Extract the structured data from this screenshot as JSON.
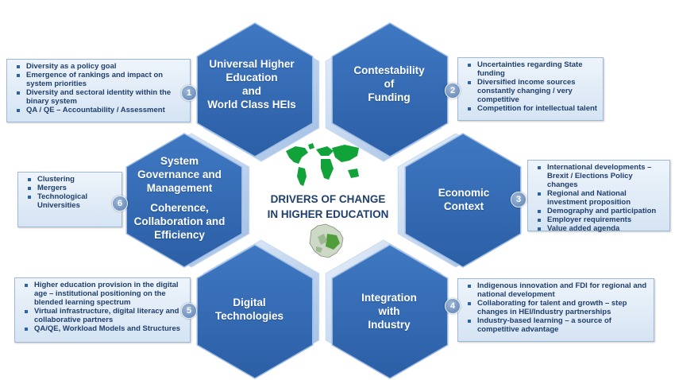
{
  "center_title": [
    "DRIVERS OF CHANGE",
    "IN HIGHER EDUCATION"
  ],
  "colors": {
    "hex_fill": "#2b5fa6",
    "hex_fill_light": "#3f78c2",
    "hex_border": "#9fbde4",
    "box_fill": "#dbe7f4",
    "text_dark": "#1f3f6e",
    "map_green": "#11a33a"
  },
  "icons": [
    "world-map-icon",
    "ireland-map-icon"
  ],
  "drivers": [
    {
      "number": "1",
      "title": [
        "Universal Higher",
        "Education",
        "and",
        "World Class HEIs"
      ],
      "bullets": [
        "Diversity as a policy goal",
        "Emergence of rankings and impact on system priorities",
        "Diversity and sectoral identity within the binary system",
        "QA / QE – Accountability  / Assessment"
      ]
    },
    {
      "number": "2",
      "title": [
        "Contestability",
        "of",
        "Funding"
      ],
      "bullets": [
        "Uncertainties regarding State funding",
        "Diversified income sources constantly changing / very competitive",
        "Competition for intellectual talent"
      ]
    },
    {
      "number": "3",
      "title": [
        "Economic",
        "Context"
      ],
      "bullets": [
        "International developments – Brexit / Elections Policy changes",
        "Regional and National investment proposition",
        "Demography and participation",
        "Employer requirements",
        "Value added agenda"
      ]
    },
    {
      "number": "4",
      "title": [
        "Integration",
        "with",
        "Industry"
      ],
      "bullets": [
        "Indigenous innovation and FDI for regional and national development",
        "Collaborating for talent and growth – step changes in HEI/Industry partnerships",
        "Industry-based learning – a source of competitive advantage"
      ]
    },
    {
      "number": "5",
      "title": [
        "Digital",
        "Technologies"
      ],
      "bullets": [
        "Higher education provision in the digital age – institutional positioning on the blended learning spectrum",
        "Virtual infrastructure, digital literacy and collaborative partners",
        "QA/QE, Workload Models  and Structures"
      ]
    },
    {
      "number": "6",
      "title": [
        "System",
        "Governance and",
        "Management",
        "",
        "Coherence,",
        "Collaboration  and",
        "Efficiency"
      ],
      "bullets": [
        "Clustering",
        "Mergers",
        "Technological Universities"
      ]
    }
  ]
}
